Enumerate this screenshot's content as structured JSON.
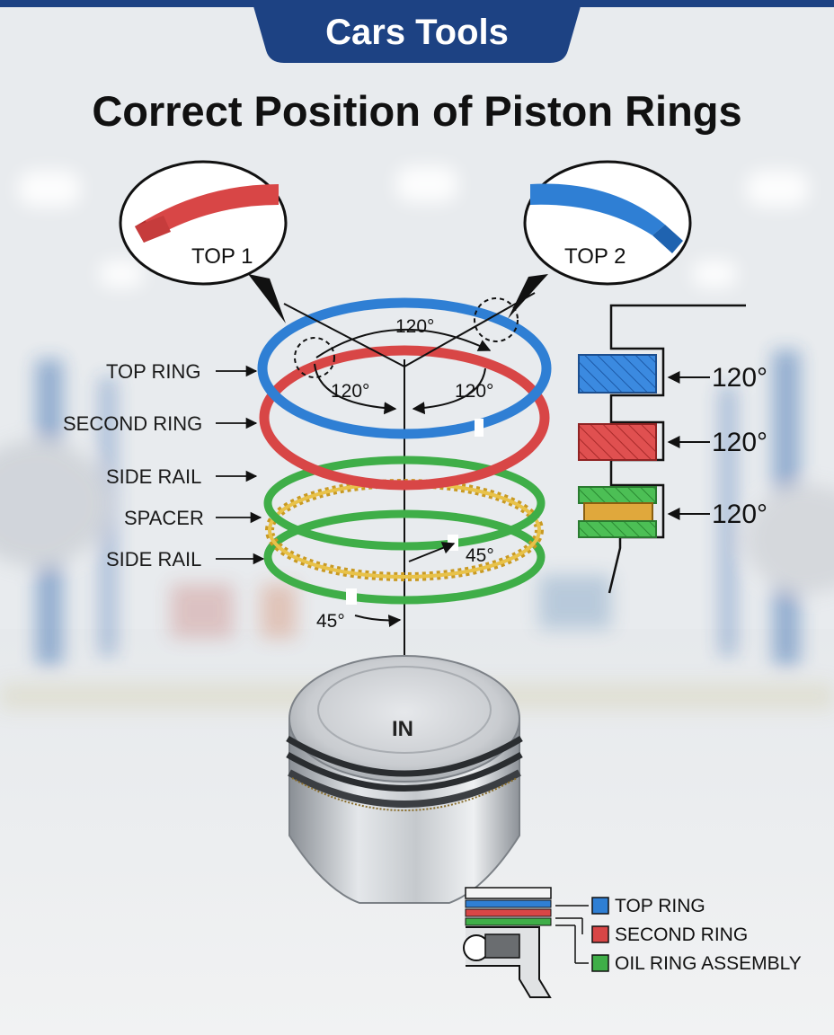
{
  "header": {
    "brand": "Cars Tools",
    "title": "Correct Position of Piston Rings"
  },
  "callouts": {
    "top1": "TOP 1",
    "top2": "TOP 2"
  },
  "ring_labels": [
    "TOP RING",
    "SECOND RING",
    "SIDE RAIL",
    "SPACER",
    "SIDE RAIL"
  ],
  "angles": {
    "top_center": "120°",
    "left": "120°",
    "right": "120°",
    "rail_upper": "45°",
    "rail_lower": "45°"
  },
  "cross_section": {
    "angles": [
      "120°",
      "120°",
      "120°"
    ]
  },
  "piston": {
    "mark": "IN"
  },
  "legend": {
    "items": [
      {
        "label": "TOP RING",
        "color": "#2f7fd4"
      },
      {
        "label": "SECOND RING",
        "color": "#d84646"
      },
      {
        "label": "OIL RING ASSEMBLY",
        "color": "#3fae48"
      }
    ]
  },
  "colors": {
    "brand": "#1d4283",
    "top_ring": "#2f7fd4",
    "second_ring": "#d84646",
    "side_rail": "#3fae48",
    "spacer": "#d4a82a"
  }
}
